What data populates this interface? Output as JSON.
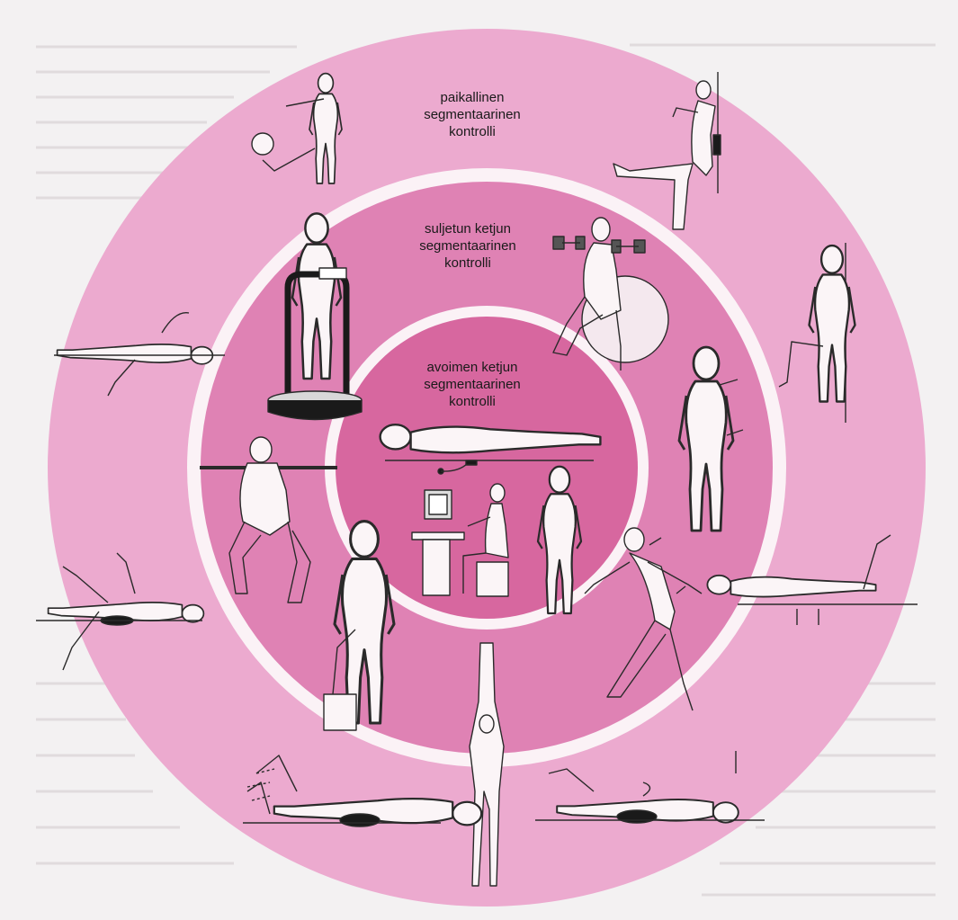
{
  "diagram": {
    "rings": [
      {
        "id": "outer",
        "lines": [
          "paikallinen",
          "segmentaarinen",
          "kontrolli"
        ]
      },
      {
        "id": "middle",
        "lines": [
          "suljetun ketjun",
          "segmentaarinen",
          "kontrolli"
        ]
      },
      {
        "id": "inner",
        "lines": [
          "avoimen ketjun",
          "segmentaarinen",
          "kontrolli"
        ]
      }
    ],
    "colors": {
      "outer_ring": "#ecaacf",
      "separator": "#fbf2f6",
      "middle_ring": "#df82b4",
      "inner_core": "#d7679f",
      "figure_fill": "#fbf5f7",
      "figure_stroke": "#2a2a2a",
      "background": "#f3f1f2",
      "background_text": "#d9d4d6"
    },
    "figures": [
      "kicking-ball-figure",
      "wall-sit-leg-raise-figure",
      "wall-lean-knee-raise-figure",
      "supine-arm-reach-figure",
      "vibration-platform-figure",
      "dumbbell-ball-squat-figure",
      "standing-posture-figure",
      "prone-lying-figure",
      "computer-workstation-figure",
      "standing-side-figure",
      "barbell-squat-figure",
      "reaching-lunge-figure",
      "prone-leg-lift-figure",
      "supine-knee-cross-figure",
      "step-up-figure",
      "overhead-reach-figure",
      "supine-bridge-figure",
      "side-lying-arm-figure"
    ]
  }
}
